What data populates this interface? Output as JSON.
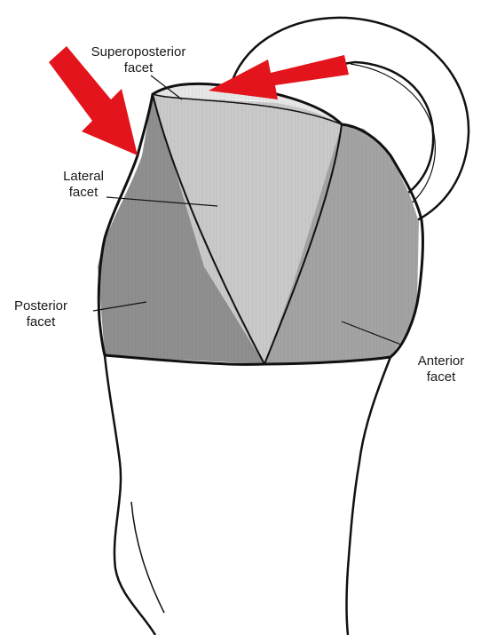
{
  "labels": {
    "superoposterior": [
      "Superoposterior",
      "facet"
    ],
    "lateral": [
      "Lateral",
      "facet"
    ],
    "posterior": [
      "Posterior",
      "facet"
    ],
    "anterior": [
      "Anterior",
      "facet"
    ]
  },
  "colors": {
    "arrow": "#e3141b",
    "outline": "#111111",
    "posterior_fill": "#8f8f8f",
    "lateral_fill": "#c9c9c9",
    "anterior_fill": "#a3a3a3",
    "superoposterior_fill": "#e6e6e6"
  }
}
